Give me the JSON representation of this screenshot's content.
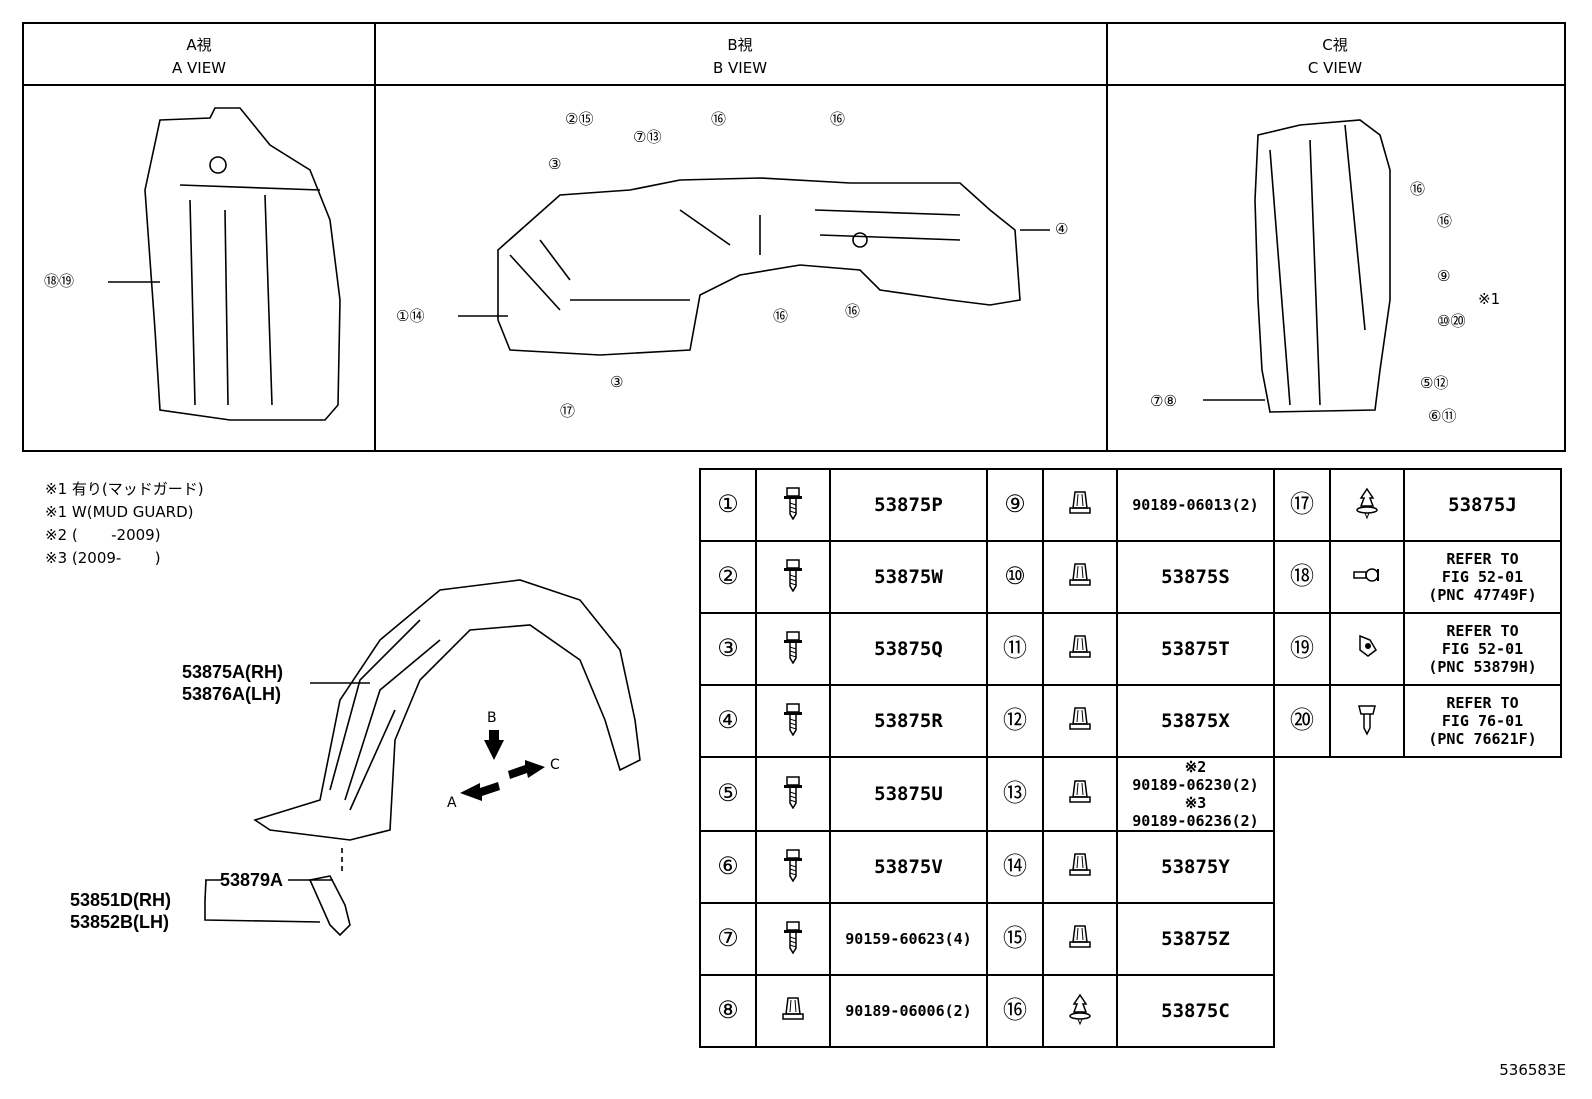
{
  "views": [
    {
      "jp": "A視",
      "en": "A VIEW"
    },
    {
      "jp": "B視",
      "en": "B VIEW"
    },
    {
      "jp": "C視",
      "en": "C VIEW"
    }
  ],
  "callouts": {
    "a": [
      "⑱⑲"
    ],
    "b": [
      "②⑮",
      "⑦⑬",
      "⑯",
      "⑯",
      "③",
      "④",
      "①⑭",
      "⑯",
      "⑯",
      "③",
      "⑰"
    ],
    "c": [
      "⑯",
      "⑯",
      "⑨",
      "※1",
      "⑩⑳",
      "⑤⑫",
      "⑦⑧",
      "⑥⑪"
    ]
  },
  "notes": [
    "※1 有り(マッドガード)",
    "※1 W(MUD GUARD)",
    "※2 (       -2009)",
    "※3 (2009-       )"
  ],
  "assembly_labels": {
    "liner_rh": "53875A(RH)",
    "liner_lh": "53876A(LH)",
    "bracket_rh": "53851D(RH)",
    "bracket_lh": "53852B(LH)",
    "clip": "53879A"
  },
  "axes": {
    "b": "B",
    "a": "A",
    "c": "C"
  },
  "parts_table": [
    [
      {
        "n": "①",
        "icon": "bolt-icon",
        "pn": "53875P"
      },
      {
        "n": "⑨",
        "icon": "nut-icon",
        "pn": "90189-06013(2)"
      },
      {
        "n": "⑰",
        "icon": "clip-icon",
        "pn": "53875J"
      }
    ],
    [
      {
        "n": "②",
        "icon": "bolt-icon",
        "pn": "53875W"
      },
      {
        "n": "⑩",
        "icon": "nut-icon",
        "pn": "53875S"
      },
      {
        "n": "⑱",
        "icon": "grommet-icon",
        "pn": "REFER TO\nFIG 52-01\n(PNC 47749F)"
      }
    ],
    [
      {
        "n": "③",
        "icon": "bolt-icon",
        "pn": "53875Q"
      },
      {
        "n": "⑪",
        "icon": "nut-icon",
        "pn": "53875T"
      },
      {
        "n": "⑲",
        "icon": "retainer-icon",
        "pn": "REFER TO\nFIG 52-01\n(PNC 53879H)"
      }
    ],
    [
      {
        "n": "④",
        "icon": "bolt-icon",
        "pn": "53875R"
      },
      {
        "n": "⑫",
        "icon": "nut-icon",
        "pn": "53875X"
      },
      {
        "n": "⑳",
        "icon": "screw-icon",
        "pn": "REFER TO\nFIG 76-01\n(PNC 76621F)"
      }
    ],
    [
      {
        "n": "⑤",
        "icon": "bolt-icon",
        "pn": "53875U"
      },
      {
        "n": "⑬",
        "icon": "nut-icon",
        "pn": "※2\n90189-06230(2)\n※3\n90189-06236(2)"
      }
    ],
    [
      {
        "n": "⑥",
        "icon": "bolt-icon",
        "pn": "53875V"
      },
      {
        "n": "⑭",
        "icon": "nut-icon",
        "pn": "53875Y"
      }
    ],
    [
      {
        "n": "⑦",
        "icon": "bolt-icon",
        "pn": "90159-60623(4)"
      },
      {
        "n": "⑮",
        "icon": "nut-icon",
        "pn": "53875Z"
      }
    ],
    [
      {
        "n": "⑧",
        "icon": "nut-icon",
        "pn": "90189-06006(2)"
      },
      {
        "n": "⑯",
        "icon": "clip-icon",
        "pn": "53875C"
      }
    ]
  ],
  "diagram_code": "536583E"
}
